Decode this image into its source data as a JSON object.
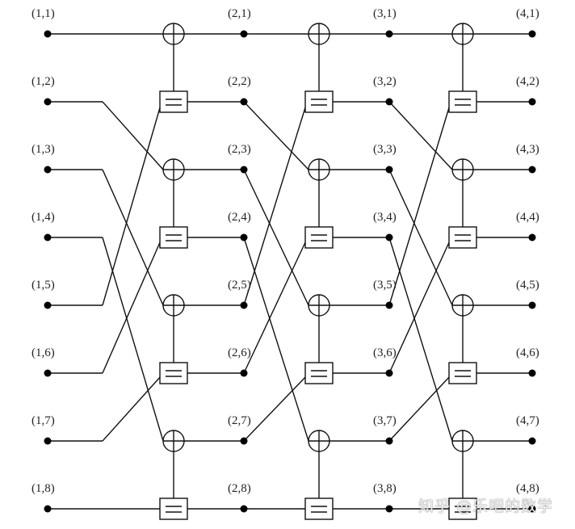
{
  "diagram": {
    "title": "Shuffle-exchange network with XOR and copy gates",
    "columns": 4,
    "rows": 8,
    "node_labels": [
      [
        "(1,1)",
        "(1,2)",
        "(1,3)",
        "(1,4)",
        "(1,5)",
        "(1,6)",
        "(1,7)",
        "(1,8)"
      ],
      [
        "(2,1)",
        "(2,2)",
        "(2,3)",
        "(2,4)",
        "(2,5)",
        "(2,6)",
        "(2,7)",
        "(2,8)"
      ],
      [
        "(3,1)",
        "(3,2)",
        "(3,3)",
        "(3,4)",
        "(3,5)",
        "(3,6)",
        "(3,7)",
        "(3,8)"
      ],
      [
        "(4,1)",
        "(4,2)",
        "(4,3)",
        "(4,4)",
        "(4,5)",
        "(4,6)",
        "(4,7)",
        "(4,8)"
      ]
    ],
    "gate_types": [
      "xor",
      "copy",
      "xor",
      "copy",
      "xor",
      "copy",
      "xor",
      "copy"
    ],
    "shuffle": {
      "1": 1,
      "2": 3,
      "3": 5,
      "4": 7,
      "5": 2,
      "6": 4,
      "7": 6,
      "8": 8
    },
    "line_color": "#111111"
  },
  "watermark": "知乎 @乐吧的数学"
}
